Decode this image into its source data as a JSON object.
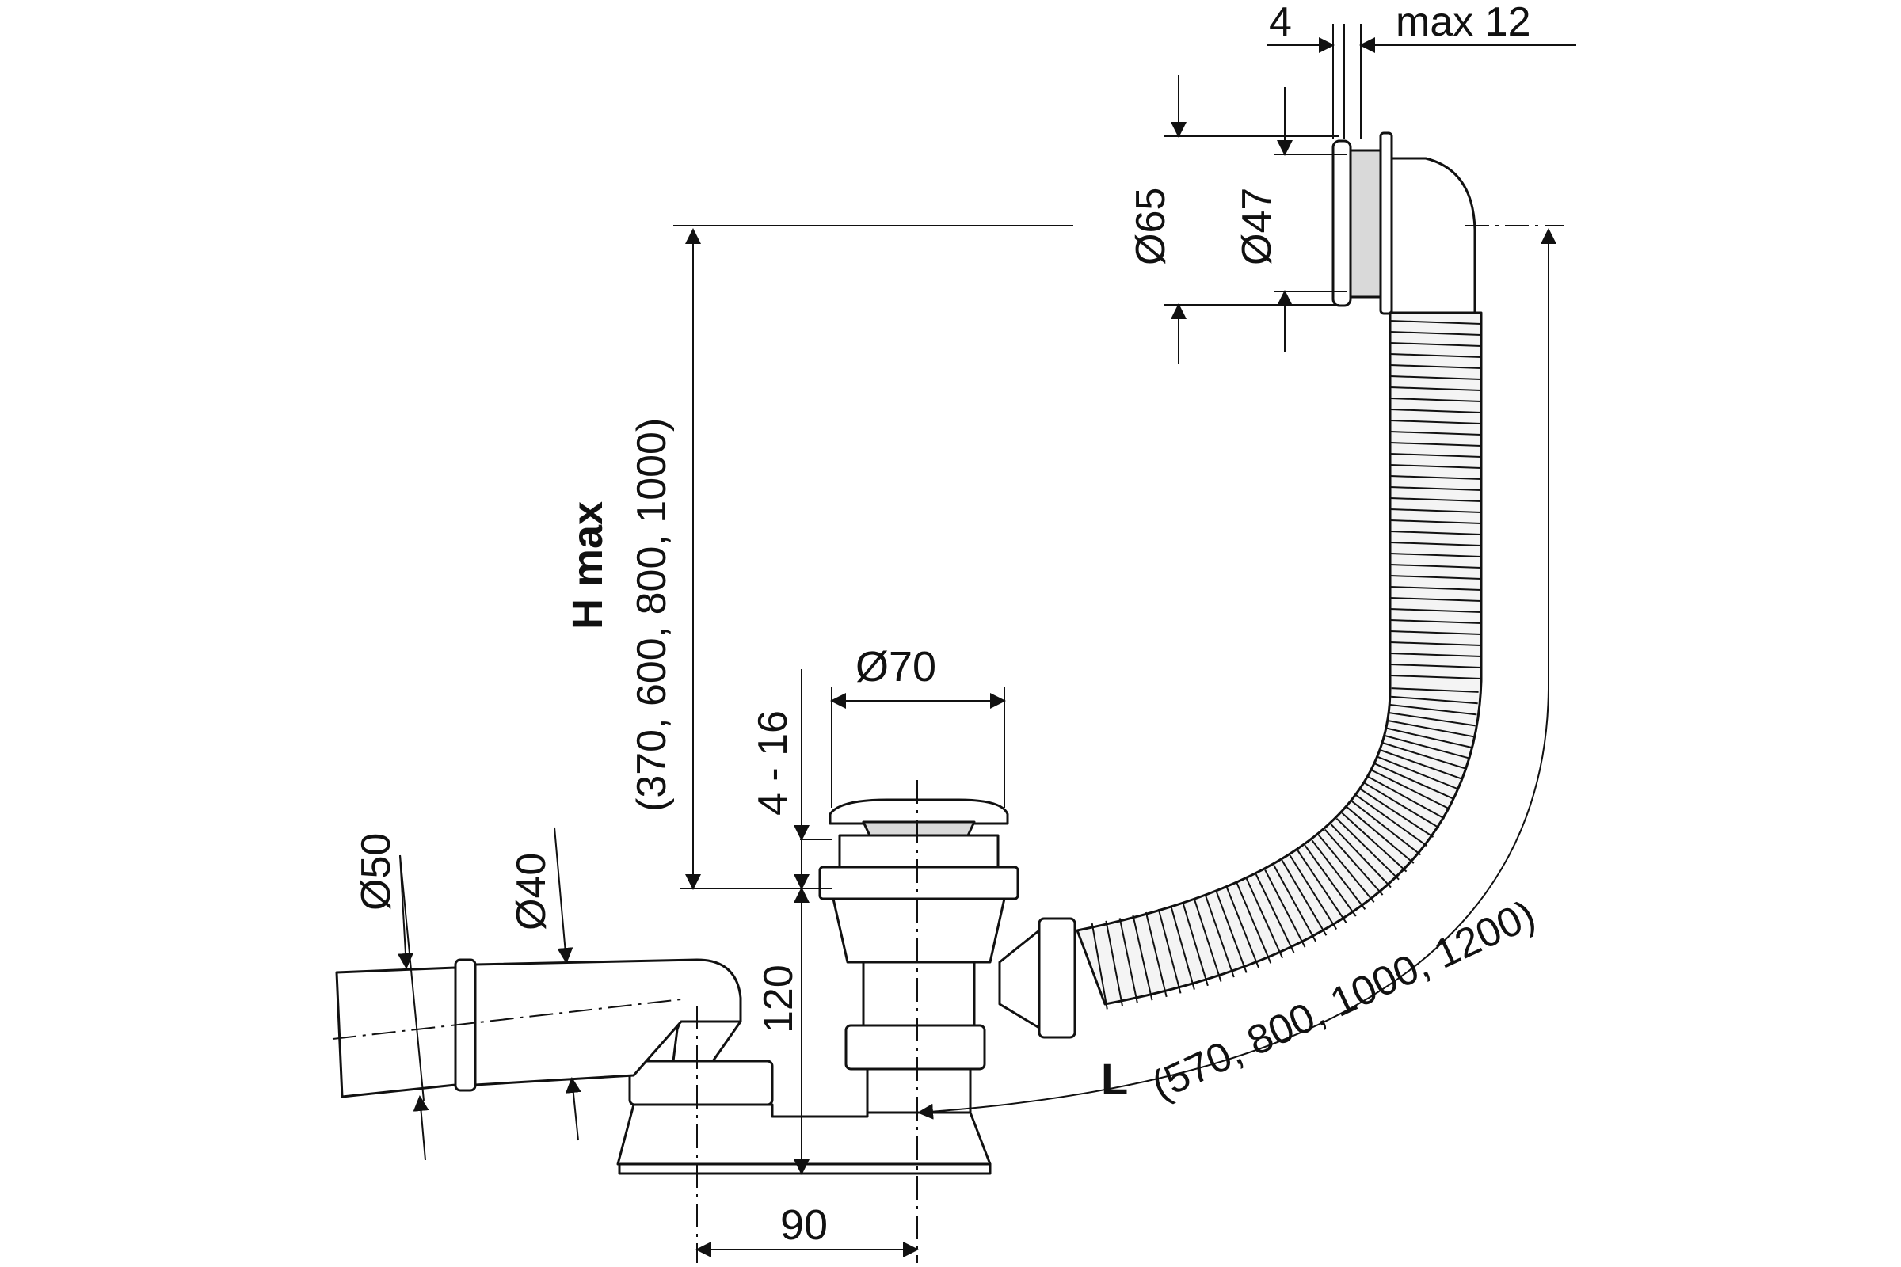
{
  "dimensions": {
    "flange_thickness": "4",
    "overflow_gap": "max 12",
    "overflow_outer_diameter": "Ø65",
    "overflow_inner_diameter": "Ø47",
    "h_max_label": "H max",
    "h_max_values": "(370, 600, 800, 1000)",
    "waste_height_range": "4 - 16",
    "waste_cap_diameter": "Ø70",
    "outlet_outer_diameter": "Ø50",
    "outlet_inner_diameter": "Ø40",
    "trap_height": "120",
    "trap_offset": "90",
    "l_label": "L",
    "l_values": "(570, 800, 1000, 1200)"
  },
  "colors": {
    "line": "#111111",
    "hose_fill": "#f4f4f4",
    "metal_fill": "#d9d9d9"
  }
}
